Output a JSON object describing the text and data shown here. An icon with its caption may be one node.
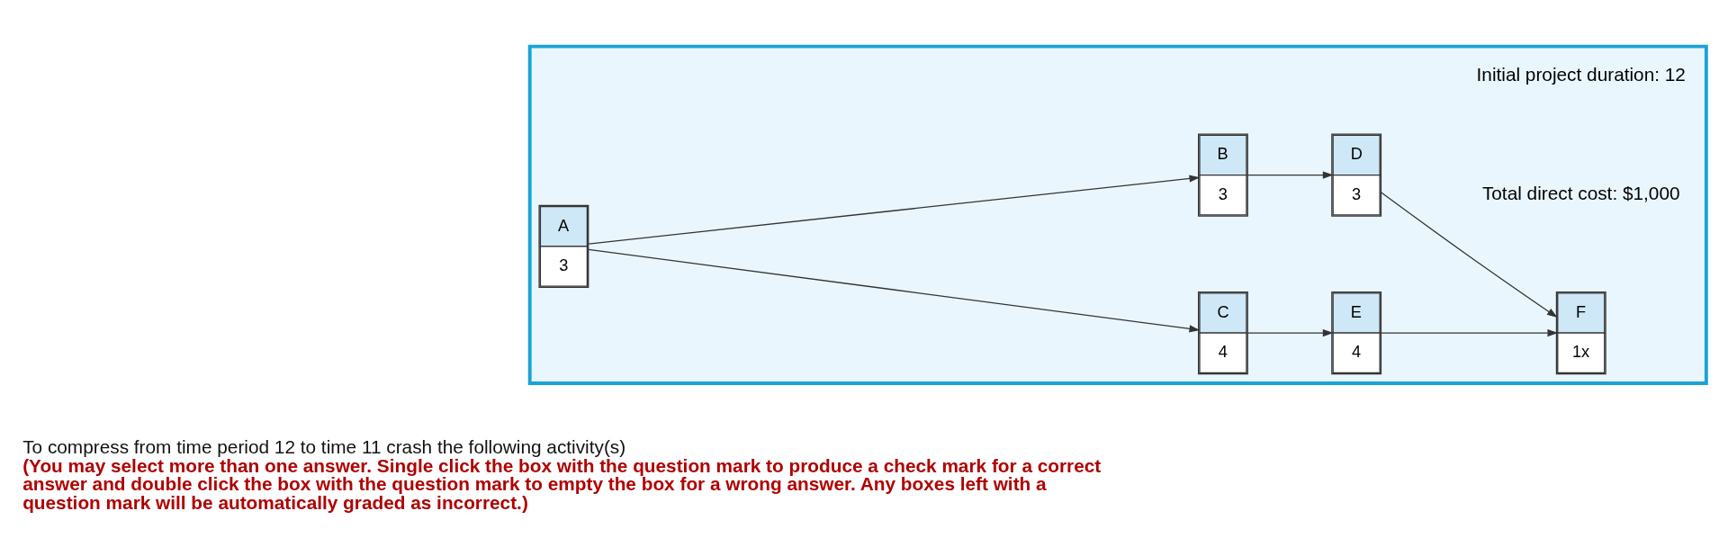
{
  "diagram": {
    "nodes": [
      {
        "text": [],
        "shape": "box"
      },
      {
        "text": [
          "A",
          "3"
        ],
        "in": 0
      },
      {
        "text": [
          "B",
          "3"
        ],
        "in": 0
      },
      {
        "text": [
          "C",
          "4"
        ],
        "in": 0
      },
      {
        "text": [
          "D",
          "3"
        ],
        "in": 0
      },
      {
        "text": [
          "E",
          "4"
        ],
        "in": 0
      },
      {
        "text": [
          "F",
          "1x"
        ],
        "in": 0
      }
    ],
    "edges": [
      {
        "from": 1,
        "to": 2,
        "arrow": "to"
      },
      {
        "from": 1,
        "to": 3,
        "arrow": "to"
      },
      {
        "from": 2,
        "to": 4,
        "arrow": "to"
      },
      {
        "from": 3,
        "to": 5,
        "arrow": "to"
      },
      {
        "from": 4,
        "to": 6,
        "arrow": "to"
      },
      {
        "from": 5,
        "to": 6,
        "arrow": "to"
      }
    ],
    "labels": [
      "Initial project duration: 12",
      "Total direct cost: $1,000",
      "To compress from time period 12 to time 11 crash the following activity(s)",
      "(You may select more than one answer. Single click the box with the question mark to produce a check mark for a correct answer and double click the box with the question mark to empty the box for a wrong answer. Any boxes left with a question mark will be automatically graded as incorrect.)"
    ]
  }
}
